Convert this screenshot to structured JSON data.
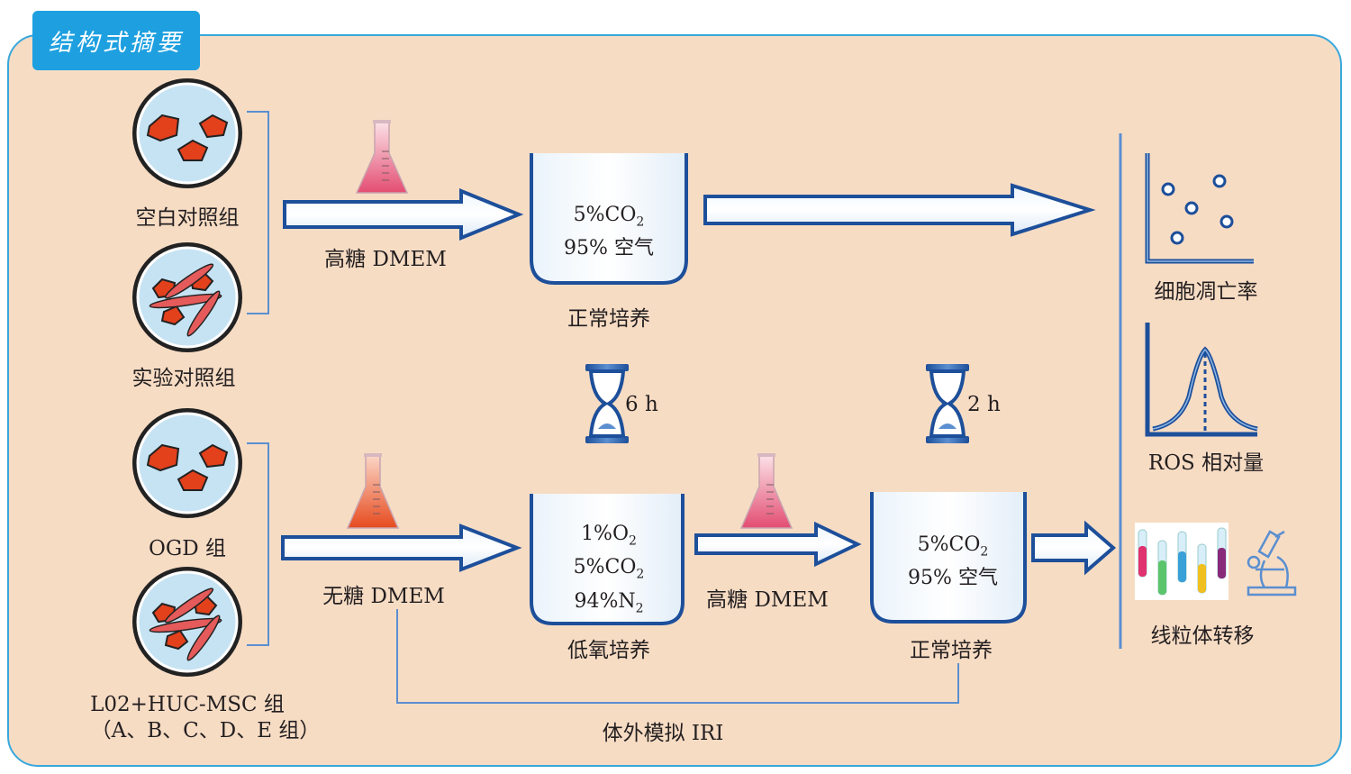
{
  "header": {
    "title": "结构式摘要"
  },
  "groups": {
    "blank_control": "空白对照组",
    "experimental_control": "实验对照组",
    "ogd": "OGD 组",
    "l02_huc": "L02+HUC-MSC 组",
    "abcde": "（A、B、C、D、E 组）"
  },
  "top_path": {
    "medium": "高糖 DMEM",
    "beaker": {
      "line1": "5%CO",
      "sub1": "2",
      "line2": "95% 空气"
    },
    "caption": "正常培养"
  },
  "bottom_path": {
    "medium1": "无糖 DMEM",
    "hypoxia": {
      "l1": "1%O",
      "s1": "2",
      "l2": "5%CO",
      "s2": "2",
      "l3": "94%N",
      "s3": "2"
    },
    "hypoxia_caption": "低氧培养",
    "time1": "6 h",
    "medium2": "高糖 DMEM",
    "normal": {
      "line1": "5%CO",
      "sub1": "2",
      "line2": "95% 空气"
    },
    "normal_caption": "正常培养",
    "time2": "2 h",
    "iri_label": "体外模拟 IRI"
  },
  "outcomes": {
    "apoptosis": "细胞凋亡率",
    "ros": "ROS 相对量",
    "mito": "线粒体转移"
  },
  "colors": {
    "frame_border": "#38a8dc",
    "frame_fill": "#f7dcc4",
    "badge": "#1ea0e0",
    "arrow_blue": "#1d4f9a",
    "cell_red": "#e3401c",
    "dish_fill": "#c6e3f3"
  }
}
